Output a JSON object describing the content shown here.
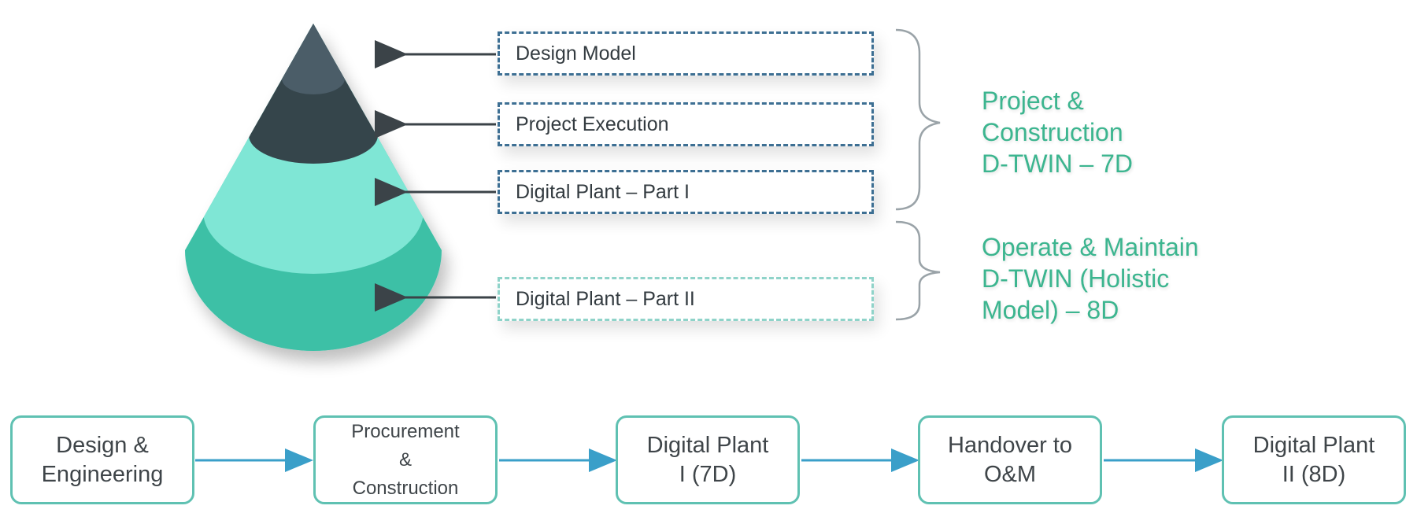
{
  "cone": {
    "layers": [
      {
        "name": "design-model",
        "color": "#4b5d68"
      },
      {
        "name": "project-execution",
        "color": "#35444c"
      },
      {
        "name": "digital-plant-part-1",
        "color": "#7fe6d5"
      },
      {
        "name": "digital-plant-part-2",
        "color": "#3cc0a6"
      }
    ]
  },
  "layers": [
    {
      "label": "Design Model"
    },
    {
      "label": "Project Execution"
    },
    {
      "label": "Digital Plant – Part I"
    },
    {
      "label": "Digital Plant – Part II"
    }
  ],
  "groups": {
    "project": "Project &\nConstruction\nD-TWIN – 7D",
    "operate": "Operate & Maintain\nD-TWIN (Holistic\nModel) – 8D"
  },
  "phases": [
    {
      "label": "Design &\nEngineering"
    },
    {
      "label": "Procurement\n&\nConstruction"
    },
    {
      "label": "Digital Plant\nI (7D)"
    },
    {
      "label": "Handover to\nO&M"
    },
    {
      "label": "Digital Plant\nII (8D)"
    }
  ],
  "colors": {
    "accent": "#3cb58f",
    "dashed_dark": "#3d6f93",
    "dashed_light": "#8fd3c9",
    "phase_border": "#5fc1b2",
    "flow_arrow": "#3a9fc9"
  }
}
